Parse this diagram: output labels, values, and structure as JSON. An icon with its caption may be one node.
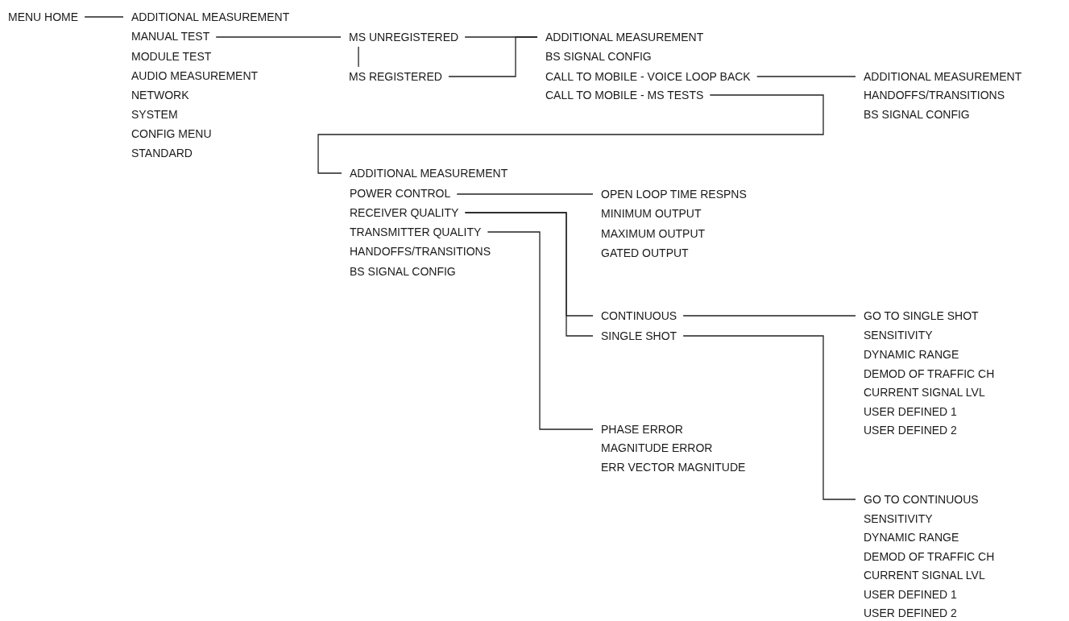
{
  "diagram": {
    "nodes": [
      {
        "text": [
          "MENU HOME"
        ]
      },
      {
        "text": [
          "ADDITIONAL MEASUREMENT"
        ]
      },
      {
        "text": [
          "MANUAL TEST"
        ]
      },
      {
        "text": [
          "MODULE TEST"
        ]
      },
      {
        "text": [
          "AUDIO MEASUREMENT"
        ]
      },
      {
        "text": [
          "NETWORK"
        ]
      },
      {
        "text": [
          "SYSTEM"
        ]
      },
      {
        "text": [
          "CONFIG MENU"
        ]
      },
      {
        "text": [
          "STANDARD"
        ]
      },
      {
        "text": [
          "MS UNREGISTERED"
        ]
      },
      {
        "text": [
          "MS REGISTERED"
        ]
      },
      {
        "text": [
          "ADDITIONAL MEASUREMENT"
        ]
      },
      {
        "text": [
          "BS SIGNAL CONFIG"
        ]
      },
      {
        "text": [
          "CALL TO MOBILE - VOICE LOOP BACK"
        ]
      },
      {
        "text": [
          "CALL TO MOBILE - MS TESTS"
        ]
      },
      {
        "text": [
          "ADDITIONAL MEASUREMENT"
        ]
      },
      {
        "text": [
          "HANDOFFS/TRANSITIONS"
        ]
      },
      {
        "text": [
          "BS SIGNAL CONFIG"
        ]
      },
      {
        "text": [
          "ADDITIONAL MEASUREMENT"
        ]
      },
      {
        "text": [
          "POWER CONTROL"
        ]
      },
      {
        "text": [
          "RECEIVER QUALITY"
        ]
      },
      {
        "text": [
          "TRANSMITTER QUALITY"
        ]
      },
      {
        "text": [
          "HANDOFFS/TRANSITIONS"
        ]
      },
      {
        "text": [
          "BS SIGNAL CONFIG"
        ]
      },
      {
        "text": [
          "OPEN LOOP TIME RESPNS"
        ]
      },
      {
        "text": [
          "MINIMUM OUTPUT"
        ]
      },
      {
        "text": [
          "MAXIMUM OUTPUT"
        ]
      },
      {
        "text": [
          "GATED OUTPUT"
        ]
      },
      {
        "text": [
          "CONTINUOUS"
        ]
      },
      {
        "text": [
          "SINGLE SHOT"
        ]
      },
      {
        "text": [
          "PHASE ERROR"
        ]
      },
      {
        "text": [
          "MAGNITUDE ERROR"
        ]
      },
      {
        "text": [
          "ERR VECTOR MAGNITUDE"
        ]
      },
      {
        "text": [
          "GO TO SINGLE SHOT"
        ]
      },
      {
        "text": [
          "SENSITIVITY"
        ]
      },
      {
        "text": [
          "DYNAMIC RANGE"
        ]
      },
      {
        "text": [
          "DEMOD OF TRAFFIC CH"
        ]
      },
      {
        "text": [
          "CURRENT SIGNAL LVL"
        ]
      },
      {
        "text": [
          "USER DEFINED 1"
        ]
      },
      {
        "text": [
          "USER DEFINED 2"
        ]
      },
      {
        "text": [
          "GO TO CONTINUOUS"
        ]
      },
      {
        "text": [
          "SENSITIVITY"
        ]
      },
      {
        "text": [
          "DYNAMIC RANGE"
        ]
      },
      {
        "text": [
          "DEMOD OF TRAFFIC CH"
        ]
      },
      {
        "text": [
          "CURRENT SIGNAL LVL"
        ]
      },
      {
        "text": [
          "USER DEFINED 1"
        ]
      },
      {
        "text": [
          "USER DEFINED 2"
        ]
      }
    ],
    "edges": [
      {
        "from": 0,
        "to": 1,
        "arrow": "none"
      },
      {
        "from": 2,
        "to": 9,
        "arrow": "none"
      },
      {
        "from": 9,
        "to": 10,
        "arrow": "none"
      },
      {
        "from": 9,
        "to": 11,
        "arrow": "none"
      },
      {
        "from": 10,
        "to": 11,
        "arrow": "none"
      },
      {
        "from": 13,
        "to": 15,
        "arrow": "none"
      },
      {
        "from": 14,
        "to": 18,
        "arrow": "none"
      },
      {
        "from": 19,
        "to": 24,
        "arrow": "none"
      },
      {
        "from": 20,
        "to": 28,
        "arrow": "none"
      },
      {
        "from": 20,
        "to": 29,
        "arrow": "none"
      },
      {
        "from": 21,
        "to": 30,
        "arrow": "none"
      },
      {
        "from": 28,
        "to": 33,
        "arrow": "none"
      },
      {
        "from": 29,
        "to": 40,
        "arrow": "none"
      }
    ]
  }
}
